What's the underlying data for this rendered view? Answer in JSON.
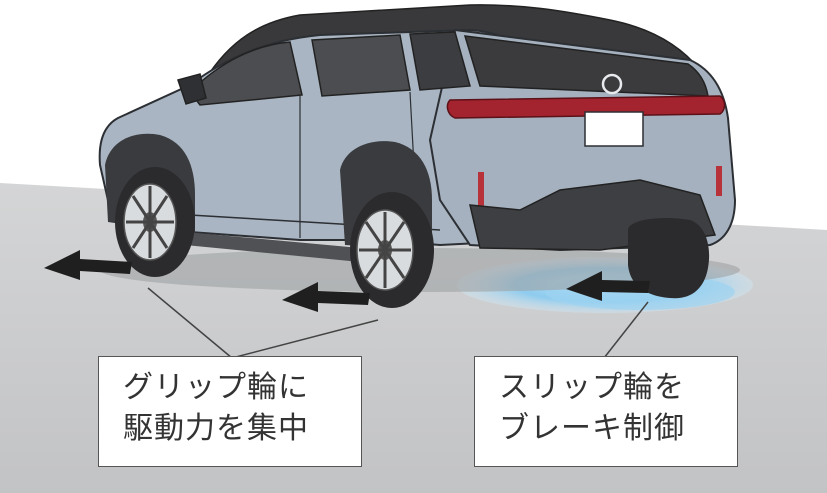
{
  "labels": {
    "grip": {
      "line1": "グリップ輪に",
      "line2": "駆動力を集中"
    },
    "slip": {
      "line1": "スリップ輪を",
      "line2": "ブレーキ制御"
    }
  },
  "colors": {
    "ground": "#c7c8ca",
    "body": "#a7b3c0",
    "roof": "#3a3a3c",
    "tire": "#2b2b2d",
    "taillight": "#a3232e",
    "ice": "#7fc3ea",
    "arrow": "#1f1f1f",
    "line": "#444444"
  }
}
